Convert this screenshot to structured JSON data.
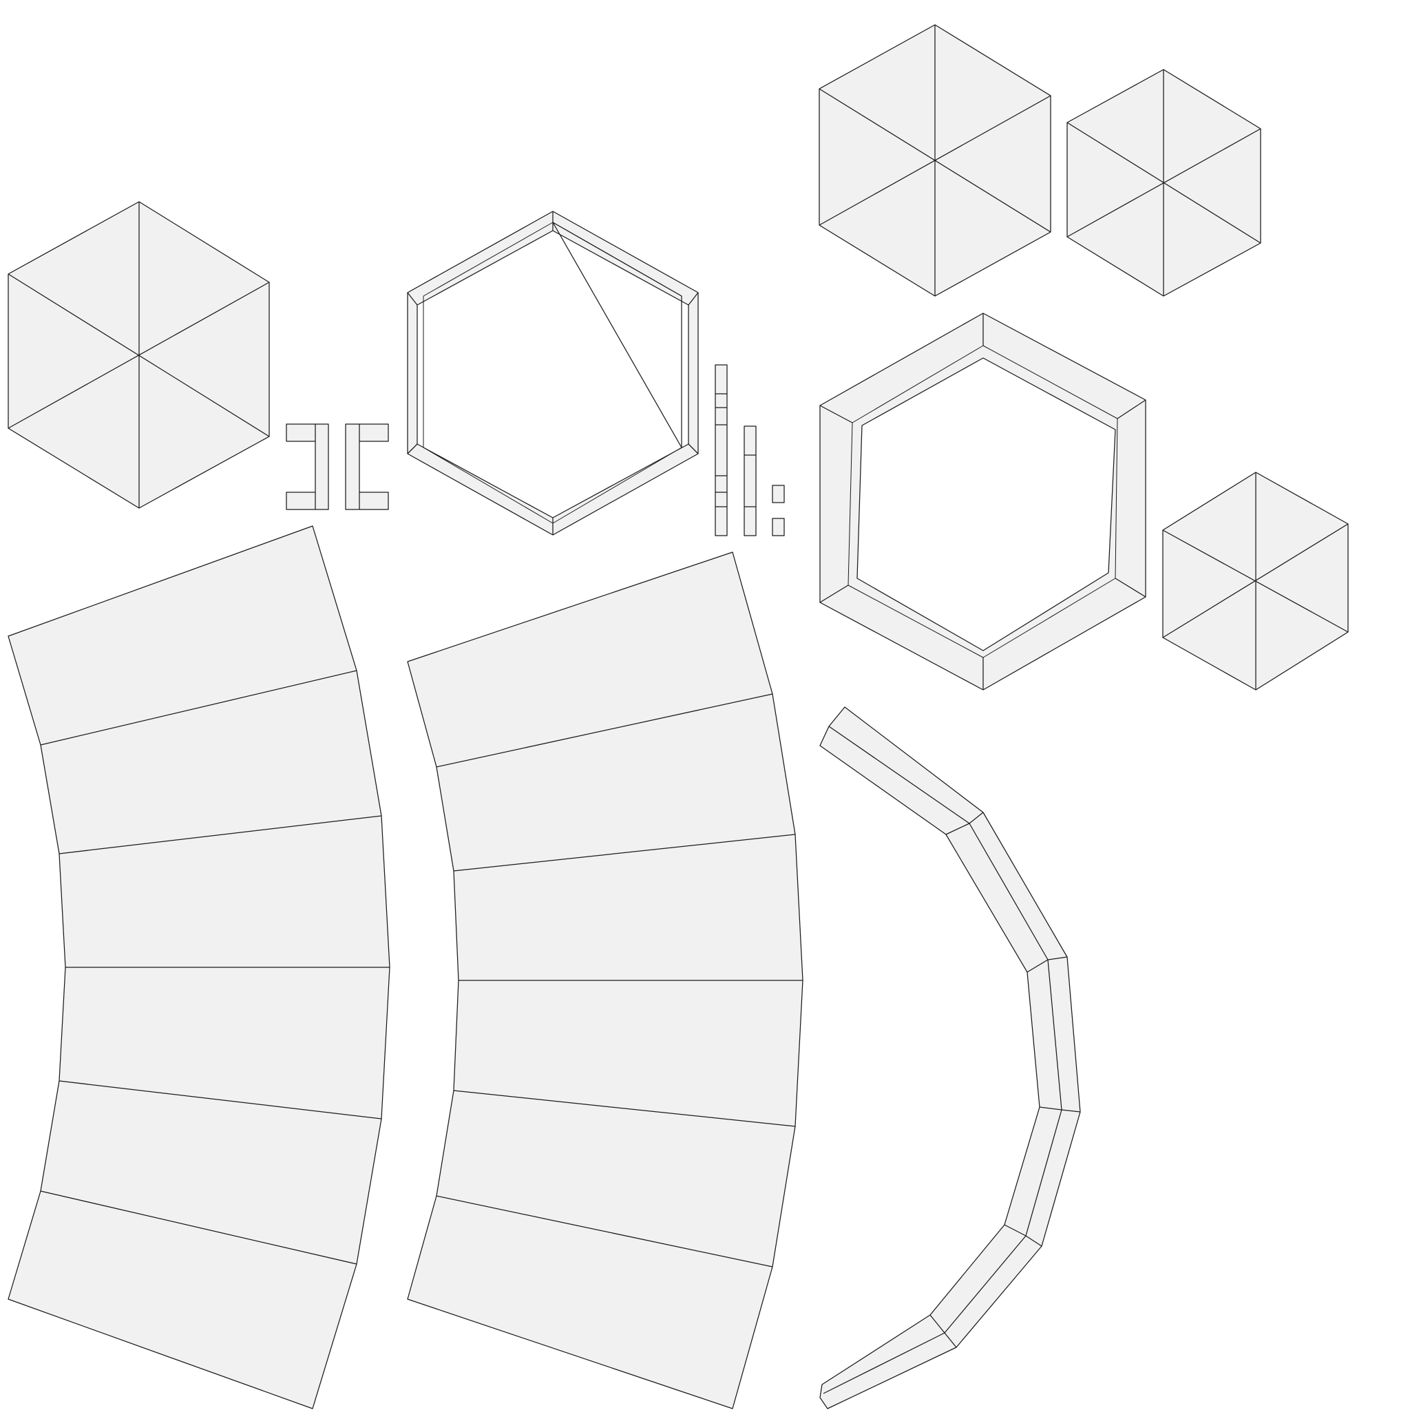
{
  "canvas": {
    "background": "#ffffff",
    "island_fill": "#f1f1f1",
    "edge_stroke": "#1a1a1a"
  },
  "islands": [
    {
      "name": "hexagon-cap-left",
      "shape": "hexagon-fan"
    },
    {
      "name": "hexagon-cap-top-large",
      "shape": "hexagon-fan"
    },
    {
      "name": "hexagon-cap-top-small",
      "shape": "hexagon-fan"
    },
    {
      "name": "hexagon-cap-right",
      "shape": "hexagon-fan"
    },
    {
      "name": "hexagon-frame-thin",
      "shape": "hexagon-ring"
    },
    {
      "name": "hexagon-frame-thick",
      "shape": "hexagon-ring"
    },
    {
      "name": "bracket-strip-left",
      "shape": "bracket"
    },
    {
      "name": "bracket-strip-right",
      "shape": "bracket"
    },
    {
      "name": "vertical-strip-long",
      "shape": "strip"
    },
    {
      "name": "vertical-strip-short",
      "shape": "strip"
    },
    {
      "name": "small-square-upper",
      "shape": "square"
    },
    {
      "name": "small-square-lower",
      "shape": "square"
    },
    {
      "name": "curved-band-left",
      "shape": "arc-band"
    },
    {
      "name": "curved-band-middle",
      "shape": "arc-band"
    },
    {
      "name": "curved-rim-strip",
      "shape": "arc-strip"
    }
  ]
}
